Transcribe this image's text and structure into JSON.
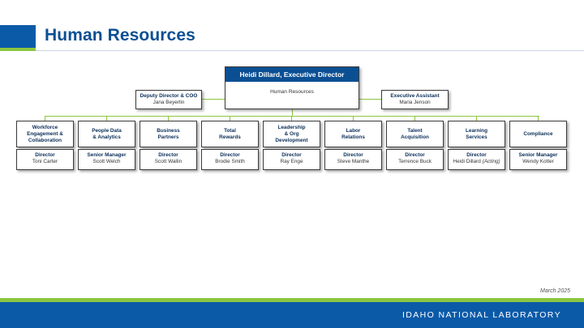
{
  "page": {
    "title": "Human Resources",
    "date": "March 2025",
    "footer_logo": "IDAHO NATIONAL LABORATORY"
  },
  "org": {
    "lead": {
      "name": "Heidi Dillard, Executive Director",
      "org": "Human Resources"
    },
    "deputy": {
      "title": "Deputy Director & COO",
      "name": "Jana Beyerlin"
    },
    "assistant": {
      "title": "Executive Assistant",
      "name": "Maria Jenson"
    },
    "units": [
      {
        "lines": [
          "Workforce",
          "Engagement &",
          "Collaboration"
        ],
        "role": "Director",
        "name": "Toni Carter",
        "note": ""
      },
      {
        "lines": [
          "People Data",
          "& Analytics"
        ],
        "role": "Senior Manager",
        "name": "Scott Welch",
        "note": ""
      },
      {
        "lines": [
          "Business",
          "Partners"
        ],
        "role": "Director",
        "name": "Scott Wallin",
        "note": ""
      },
      {
        "lines": [
          "Total",
          "Rewards"
        ],
        "role": "Director",
        "name": "Brodie Smith",
        "note": ""
      },
      {
        "lines": [
          "Leadership",
          "& Org",
          "Development"
        ],
        "role": "Director",
        "name": "Ray Enge",
        "note": ""
      },
      {
        "lines": [
          "Labor",
          "Relations"
        ],
        "role": "Director",
        "name": "Steve Manthe",
        "note": ""
      },
      {
        "lines": [
          "Talent",
          "Acquisition"
        ],
        "role": "Director",
        "name": "Terrence Buck",
        "note": ""
      },
      {
        "lines": [
          "Learning",
          "Services"
        ],
        "role": "Director",
        "name": "Heidi Dillard",
        "note": "(Acting)"
      },
      {
        "lines": [
          "Compliance"
        ],
        "role": "Senior Manager",
        "name": "Wendy Kotter",
        "note": ""
      }
    ]
  },
  "colors": {
    "brand_blue": "#0b5aa8",
    "title_blue": "#0b4f93",
    "connector_green": "#8cc63f"
  }
}
